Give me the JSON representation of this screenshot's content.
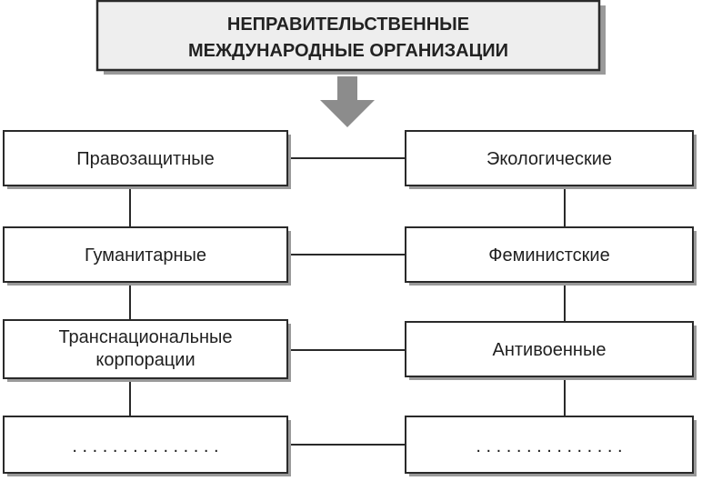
{
  "title": {
    "line1": "НЕПРАВИТЕЛЬСТВЕННЫЕ",
    "line2": "МЕЖДУНАРОДНЫЕ ОРГАНИЗАЦИИ"
  },
  "left_column": [
    {
      "line1": "Правозащитные",
      "line2": ""
    },
    {
      "line1": "Гуманитарные",
      "line2": ""
    },
    {
      "line1": "Транснациональные",
      "line2": "корпорации"
    },
    {
      "line1": ". . . . . . . . . . . . . . .",
      "line2": ""
    }
  ],
  "right_column": [
    {
      "line1": "Экологические",
      "line2": ""
    },
    {
      "line1": "Феминистские",
      "line2": ""
    },
    {
      "line1": "Антивоенные",
      "line2": ""
    },
    {
      "line1": ". . . . . . . . . . . . . . .",
      "line2": ""
    }
  ]
}
